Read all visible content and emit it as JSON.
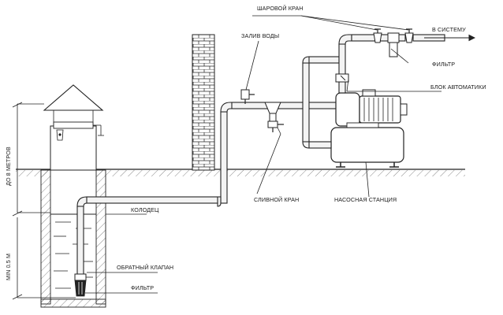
{
  "labels": {
    "ball_valve": "ШАРОВОЙ КРАН",
    "to_system": "В СИСТЕМУ",
    "water_fill": "ЗАЛИВ ВОДЫ",
    "filter_top": "ФИЛЬТР",
    "automation_block": "БЛОК АВТОМАТИКИ",
    "drain_valve": "СЛИВНОЙ КРАН",
    "pump_station": "НАСОСНАЯ СТАНЦИЯ",
    "well": "КОЛОДЕЦ",
    "check_valve": "ОБРАТНЫЙ КЛАПАН",
    "filter_bottom": "ФИЛЬТР",
    "depth_to_8m": "ДО 8 МЕТРОВ",
    "min_depth": "MIN 0.5 М"
  }
}
